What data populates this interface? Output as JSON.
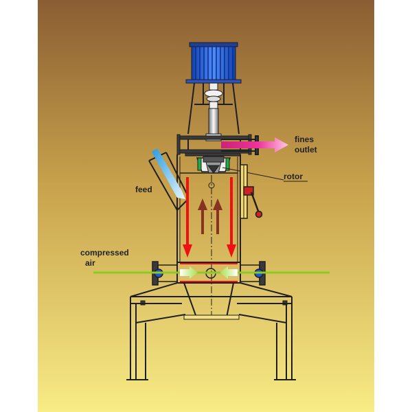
{
  "labels": {
    "fines_outlet_line1": "fines",
    "fines_outlet_line2": "outlet",
    "rotor": "rotor",
    "feed": "feed",
    "compressed_air_line1": "compressed",
    "compressed_air_line2": "air"
  },
  "colors": {
    "background_top": "#8a5e33",
    "background_bottom": "#f8ec86",
    "outline": "#1e1e1e",
    "motor": "#2a60d8",
    "fines_flow": "#ee3399",
    "feed_flow": "#3aaee8",
    "air_line": "#88cc22",
    "down_flow": "#ee1111",
    "up_flow": "#883322",
    "nozzle": "#2255cc"
  },
  "icons": {
    "motor": "motor-icon",
    "coupling": "coupling-icon",
    "lever": "lever-icon"
  }
}
